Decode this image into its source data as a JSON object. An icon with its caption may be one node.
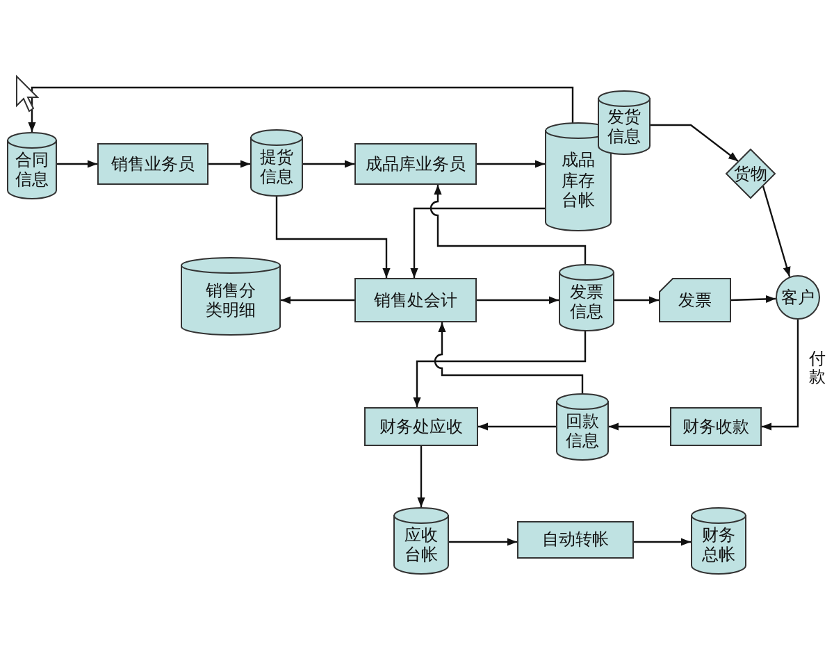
{
  "diagram": {
    "nodes": [
      {
        "text": [
          "合同信息"
        ]
      },
      {
        "text": [
          "销售业务员"
        ]
      },
      {
        "text": [
          "提货信息"
        ]
      },
      {
        "text": [
          "成品库业务员"
        ]
      },
      {
        "text": [
          "成品库存台帐"
        ]
      },
      {
        "text": [
          "发货信息"
        ]
      },
      {
        "text": [
          "货物"
        ]
      },
      {
        "text": [
          "客户"
        ]
      },
      {
        "text": [
          "销售分类明细"
        ]
      },
      {
        "text": [
          "销售处会计"
        ]
      },
      {
        "text": [
          "发票信息"
        ]
      },
      {
        "text": [
          "发票"
        ]
      },
      {
        "text": [
          "财务处应收"
        ]
      },
      {
        "text": [
          "回款信息"
        ]
      },
      {
        "text": [
          "财务收款"
        ]
      },
      {
        "text": [
          "应收台帐"
        ]
      },
      {
        "text": [
          "自动转帐"
        ]
      },
      {
        "text": [
          "财务总帐"
        ]
      }
    ],
    "edges": [
      {
        "from": 0,
        "to": 1,
        "arrow": "to"
      },
      {
        "from": 1,
        "to": 2,
        "arrow": "to"
      },
      {
        "from": 2,
        "to": 3,
        "arrow": "to"
      },
      {
        "from": 3,
        "to": 4,
        "arrow": "to"
      },
      {
        "from": 4,
        "to": 0,
        "arrow": "to"
      },
      {
        "from": 5,
        "to": 6,
        "arrow": "to"
      },
      {
        "from": 6,
        "to": 7,
        "arrow": "to"
      },
      {
        "from": 2,
        "to": 9,
        "arrow": "to"
      },
      {
        "from": 4,
        "to": 9,
        "arrow": "to"
      },
      {
        "from": 9,
        "to": 8,
        "arrow": "to"
      },
      {
        "from": 9,
        "to": 10,
        "arrow": "to"
      },
      {
        "from": 10,
        "to": 3,
        "arrow": "to"
      },
      {
        "from": 10,
        "to": 11,
        "arrow": "to"
      },
      {
        "from": 11,
        "to": 7,
        "arrow": "to"
      },
      {
        "from": 7,
        "to": 14,
        "arrow": "to",
        "label": "付款"
      },
      {
        "from": 14,
        "to": 13,
        "arrow": "to"
      },
      {
        "from": 13,
        "to": 12,
        "arrow": "to"
      },
      {
        "from": 10,
        "to": 12,
        "arrow": "to"
      },
      {
        "from": 13,
        "to": 9,
        "arrow": "to"
      },
      {
        "from": 12,
        "to": 15,
        "arrow": "to"
      },
      {
        "from": 15,
        "to": 16,
        "arrow": "to"
      },
      {
        "from": 16,
        "to": 17,
        "arrow": "to"
      }
    ]
  }
}
